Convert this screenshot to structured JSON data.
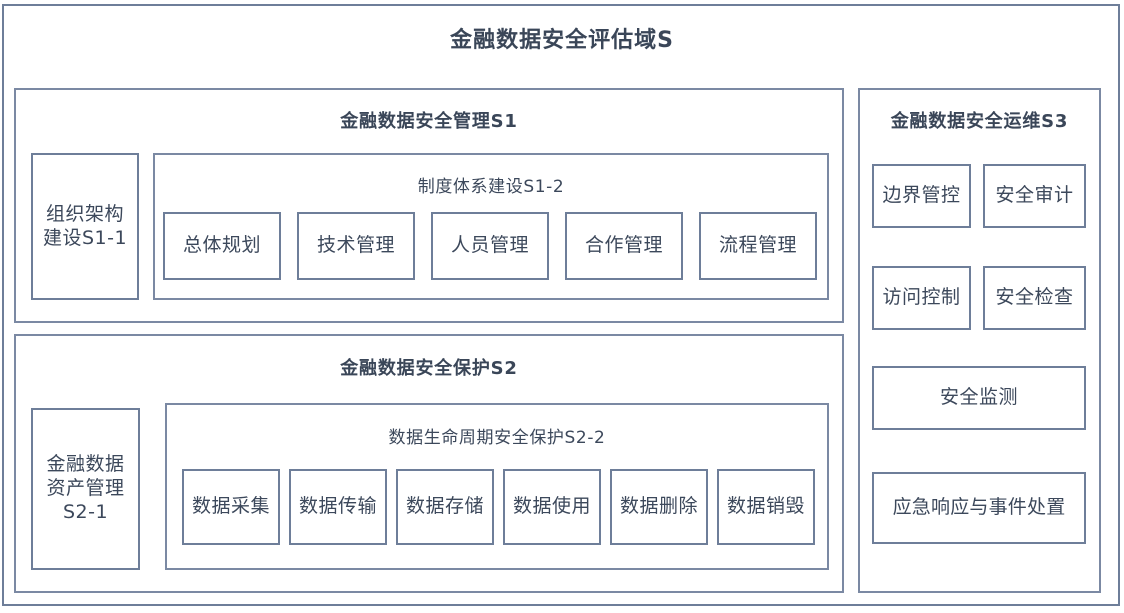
{
  "diagram": {
    "title": "金融数据安全评估域S",
    "border_color": "#6e7e99",
    "text_color": "#3a4658",
    "background": "#ffffff"
  },
  "sections": {
    "s1": {
      "title": "金融数据安全管理S1",
      "left_box": "组织架构\n建设S1-1",
      "subgroup": {
        "title": "制度体系建设S1-2",
        "items": [
          "总体规划",
          "技术管理",
          "人员管理",
          "合作管理",
          "流程管理"
        ]
      }
    },
    "s2": {
      "title": "金融数据安全保护S2",
      "left_box": "金融数据\n资产管理\nS2-1",
      "subgroup": {
        "title": "数据生命周期安全保护S2-2",
        "items": [
          "数据采集",
          "数据传输",
          "数据存储",
          "数据使用",
          "数据删除",
          "数据销毁"
        ]
      }
    },
    "s3": {
      "title": "金融数据安全运维S3",
      "grid_items": [
        "边界管控",
        "安全审计",
        "访问控制",
        "安全检查"
      ],
      "wide_items": [
        "安全监测",
        "应急响应与事件处置"
      ]
    }
  }
}
